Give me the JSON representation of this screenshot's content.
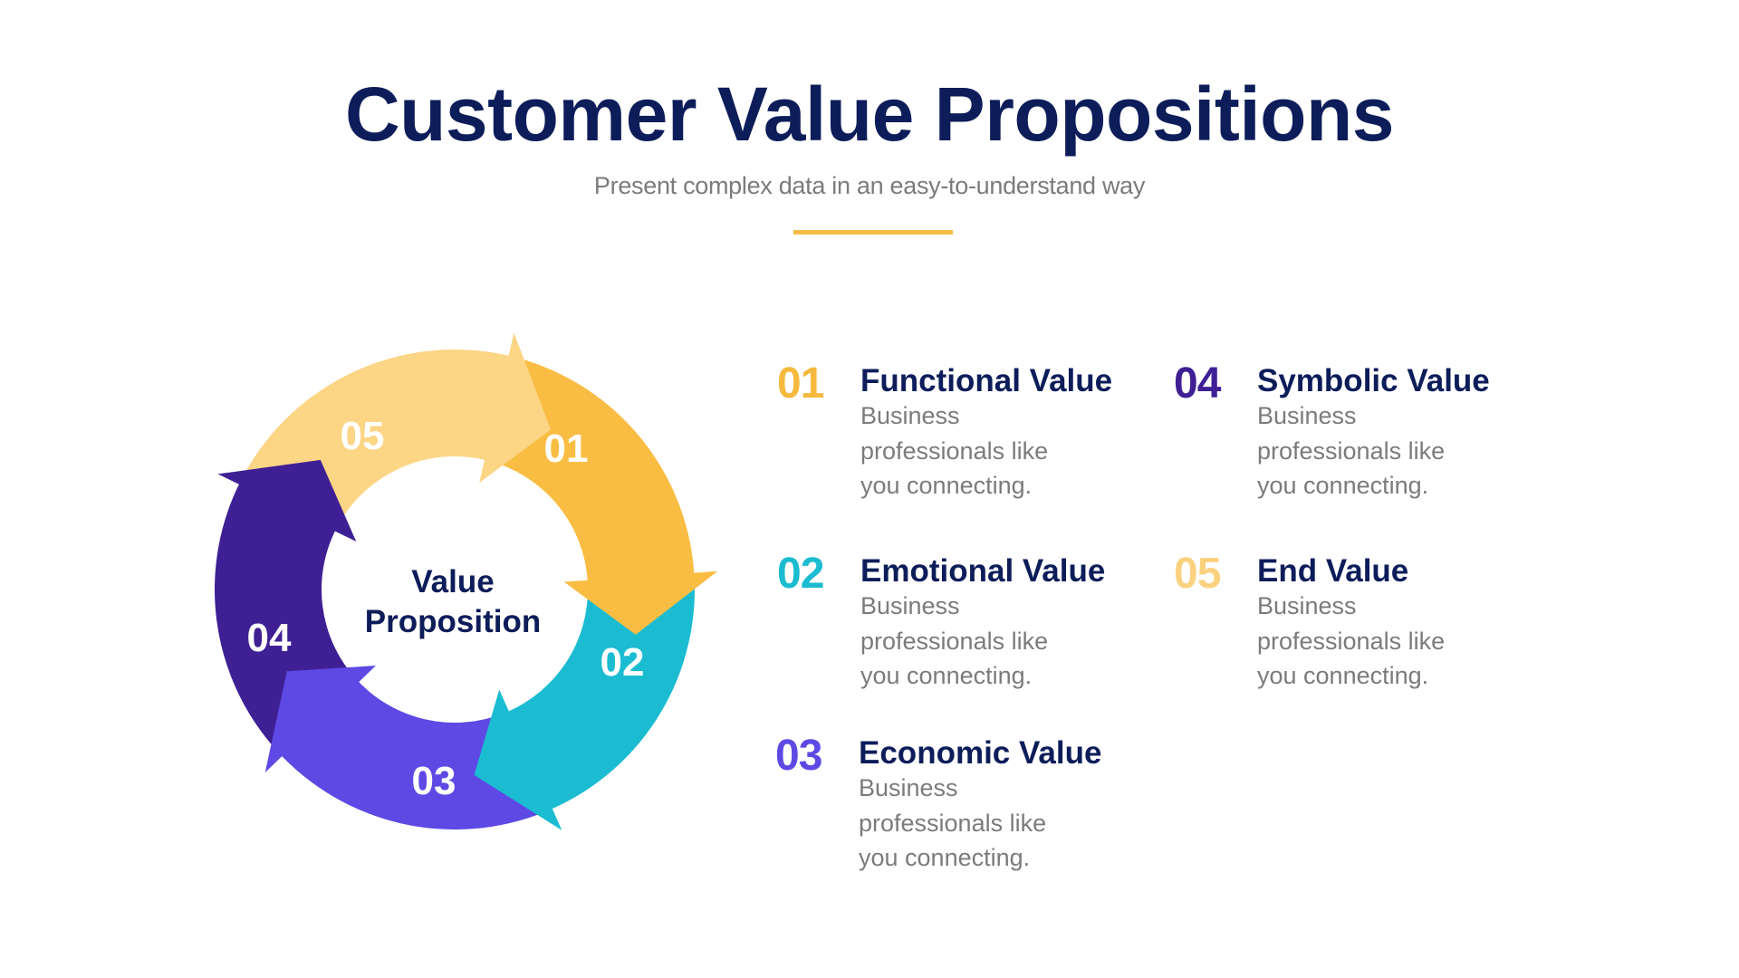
{
  "header": {
    "title": "Customer Value Propositions",
    "subtitle": "Present complex data in an easy-to-understand way",
    "accent_color": "#f3bd45"
  },
  "cycle": {
    "center_label_line1": "Value",
    "center_label_line2": "Proposition",
    "segments": [
      {
        "number": "01",
        "color": "#fabd43"
      },
      {
        "number": "02",
        "color": "#1bbcd1"
      },
      {
        "number": "03",
        "color": "#5e49e5"
      },
      {
        "number": "04",
        "color": "#3f1f94"
      },
      {
        "number": "05",
        "color": "#fcd585"
      }
    ]
  },
  "items": [
    {
      "number": "01",
      "title": "Functional Value",
      "description": "Business professionals like you connecting.",
      "color": "#f5b93d"
    },
    {
      "number": "02",
      "title": "Emotional Value",
      "description": "Business professionals like you connecting.",
      "color": "#1bbcd1"
    },
    {
      "number": "03",
      "title": "Economic Value",
      "description": "Business professionals like you connecting.",
      "color": "#5e49e5"
    },
    {
      "number": "04",
      "title": "Symbolic Value",
      "description": "Business professionals like you connecting.",
      "color": "#3f1f94"
    },
    {
      "number": "05",
      "title": "End Value",
      "description": "Business professionals like you connecting.",
      "color": "#fad27f"
    }
  ]
}
